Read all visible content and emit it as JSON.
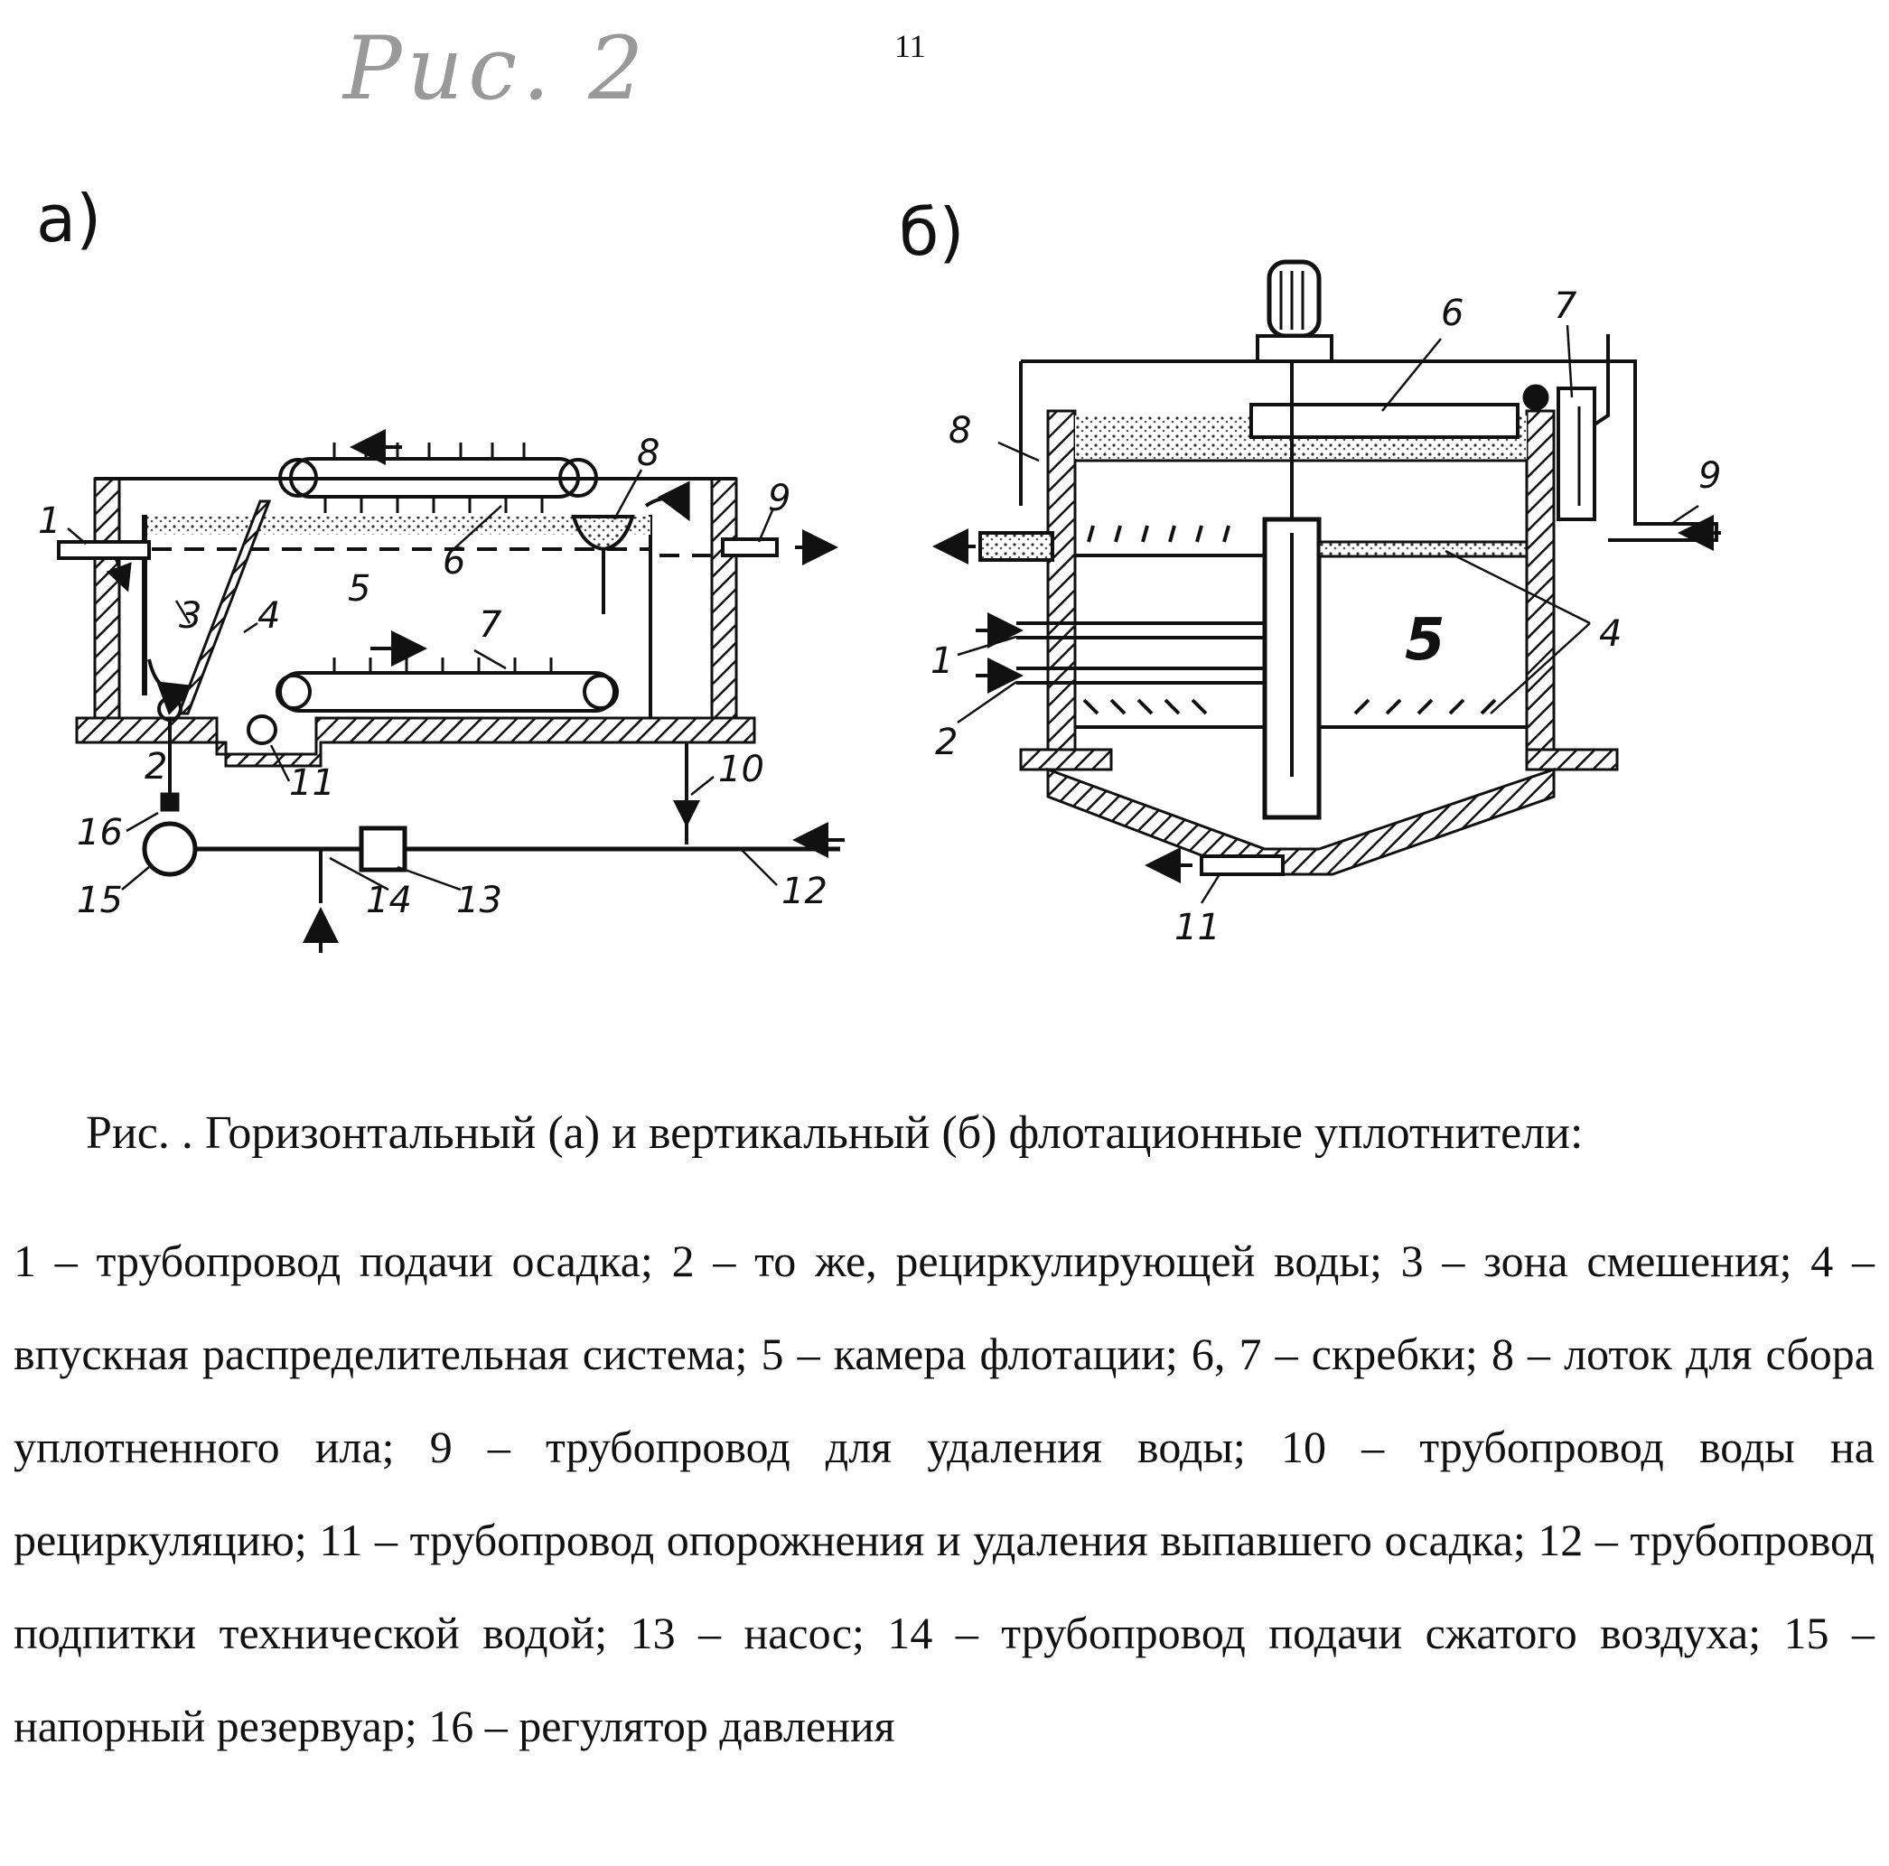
{
  "page_number": "11",
  "handwritten_note": "Рис. 2",
  "panel_a": {
    "label": "а)",
    "callouts": [
      "1",
      "2",
      "3",
      "4",
      "5",
      "6",
      "7",
      "8",
      "9",
      "10",
      "11",
      "12",
      "13",
      "14",
      "15",
      "16"
    ]
  },
  "panel_b": {
    "label": "б)",
    "callouts": [
      "1",
      "2",
      "4",
      "5",
      "6",
      "7",
      "8",
      "9",
      "11"
    ]
  },
  "caption": {
    "title": "Рис. . Горизонтальный (а) и вертикальный (б) флотационные уплотнители:",
    "legend": "1 – трубопровод подачи осадка; 2 – то же, рециркулирующей воды; 3 – зона смешения; 4 – впускная распределительная система; 5 – камера флотации; 6, 7 – скребки; 8 – лоток для сбора уплотненного ила; 9 – трубопровод для удаления воды; 10 – трубопровод воды на рециркуляцию; 11 – трубопровод опорожнения и удаления выпавшего осадка; 12 – трубопровод подпитки технической водой; 13 – насос; 14 – трубопровод подачи сжатого воздуха; 15 – напорный резервуар; 16 – регулятор давления"
  }
}
